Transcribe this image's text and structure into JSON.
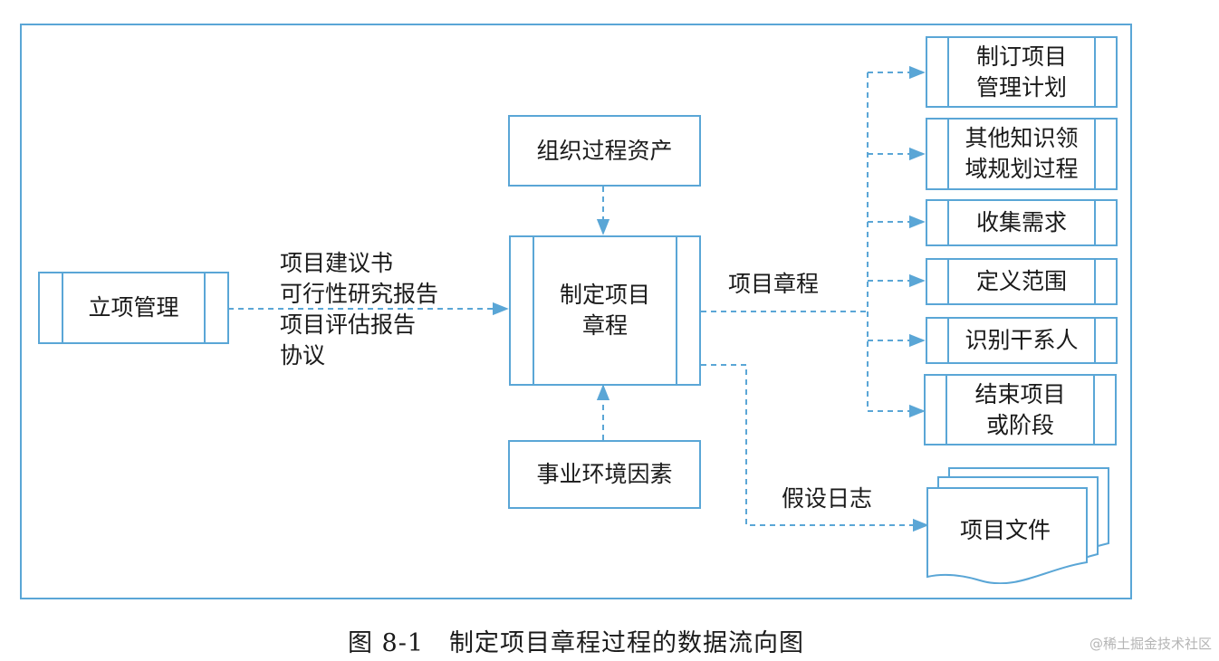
{
  "diagram": {
    "initiation": "立项管理",
    "inputs_text": "项目建议书\n可行性研究报告\n项目评估报告\n协议",
    "org_assets": "组织过程资产",
    "enterprise_factors": "事业环境因素",
    "center_process": "制定项目\n章程",
    "charter_label": "项目章程",
    "assumption_label": "假设日志",
    "outputs": [
      "制订项目\n管理计划",
      "其他知识领\n域规划过程",
      "收集需求",
      "定义范围",
      "识别干系人",
      "结束项目\n或阶段"
    ],
    "project_docs": "项目文件"
  },
  "caption": "图 8-1　制定项目章程过程的数据流向图",
  "watermark": "@稀土掘金技术社区",
  "colors": {
    "line": "#5aa6d6",
    "text": "#1a1a1a"
  }
}
